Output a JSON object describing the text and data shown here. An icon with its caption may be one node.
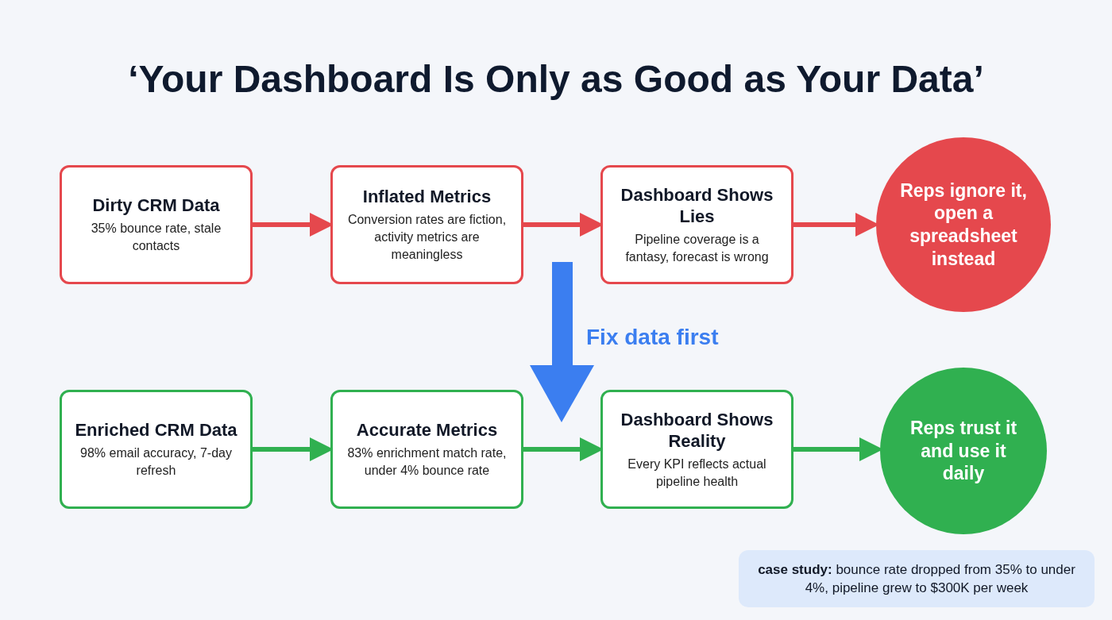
{
  "diagram": {
    "title": "‘Your Dashboard Is Only as Good as Your Data’",
    "nodes": [
      {
        "text": [
          "Dirty CRM Data",
          "35% bounce rate, stale contacts"
        ]
      },
      {
        "text": [
          "Inflated Metrics",
          "Conversion rates are fiction, activity metrics are meaningless"
        ]
      },
      {
        "text": [
          "Dashboard Shows Lies",
          "Pipeline coverage is a fantasy, forecast is wrong"
        ]
      },
      {
        "text": [
          "Reps ignore it, open a spreadsheet instead"
        ]
      },
      {
        "text": [
          "Enriched CRM Data",
          "98% email accuracy, 7-day refresh"
        ]
      },
      {
        "text": [
          "Accurate Metrics",
          "83% enrichment match rate, under 4% bounce rate"
        ]
      },
      {
        "text": [
          "Dashboard Shows Reality",
          "Every KPI reflects actual pipeline health"
        ]
      },
      {
        "text": [
          "Reps trust it and use it daily"
        ]
      },
      {
        "text": [
          "**case study:** bounce rate dropped from 35% to under 4%, pipeline grew to $300K per week"
        ]
      }
    ],
    "edges": [
      {
        "from": 0,
        "to": 1,
        "arrow": "to",
        "color": "#e5484d"
      },
      {
        "from": 1,
        "to": 2,
        "arrow": "to",
        "color": "#e5484d"
      },
      {
        "from": 2,
        "to": 3,
        "arrow": "to",
        "color": "#e5484d"
      },
      {
        "from": 4,
        "to": 5,
        "arrow": "to",
        "color": "#30b050"
      },
      {
        "from": 5,
        "to": 6,
        "arrow": "to",
        "color": "#30b050"
      },
      {
        "from": 6,
        "to": 7,
        "arrow": "to",
        "color": "#30b050"
      }
    ],
    "labels": [
      "Fix data first"
    ]
  }
}
